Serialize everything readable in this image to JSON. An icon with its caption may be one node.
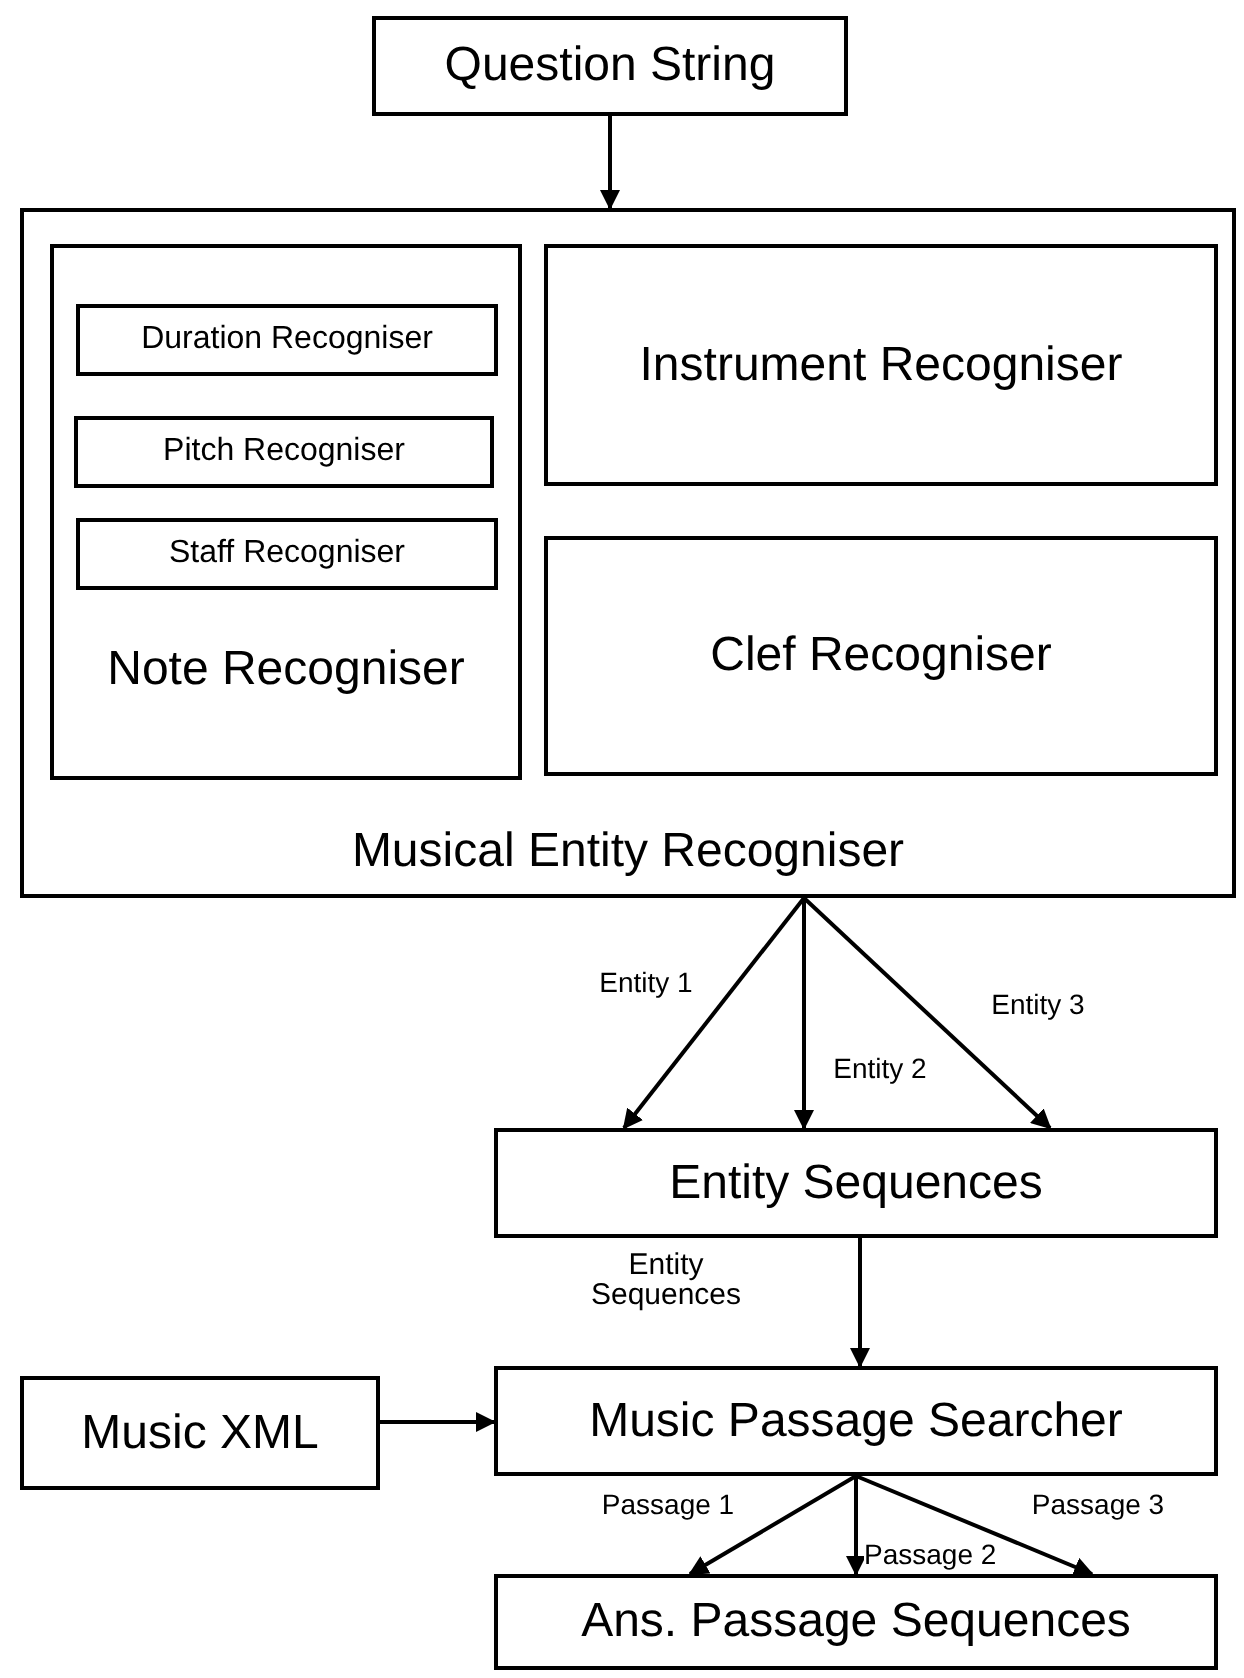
{
  "diagram": {
    "nodes": [
      {
        "text": [
          "Question String"
        ]
      },
      {
        "text": [
          "Musical Entity Recogniser"
        ]
      },
      {
        "text": [
          "Note Recogniser"
        ],
        "in": 1
      },
      {
        "text": [
          "Duration Recogniser"
        ],
        "in": 2
      },
      {
        "text": [
          "Pitch Recogniser"
        ],
        "in": 2
      },
      {
        "text": [
          "Staff Recogniser"
        ],
        "in": 2
      },
      {
        "text": [
          "Instrument Recogniser"
        ],
        "in": 1
      },
      {
        "text": [
          "Clef Recogniser"
        ],
        "in": 1
      },
      {
        "text": [
          "Entity Sequences"
        ]
      },
      {
        "text": [
          "Music XML"
        ]
      },
      {
        "text": [
          "Music Passage Searcher"
        ]
      },
      {
        "text": [
          "Ans. Passage Sequences"
        ]
      }
    ],
    "edges": [
      {
        "from": 0,
        "to": 1,
        "arrow": "to"
      },
      {
        "from": 1,
        "to": 8,
        "arrow": "to",
        "label": "Entity 1"
      },
      {
        "from": 1,
        "to": 8,
        "arrow": "to",
        "label": "Entity 2"
      },
      {
        "from": 1,
        "to": 8,
        "arrow": "to",
        "label": "Entity 3"
      },
      {
        "from": 8,
        "to": 10,
        "arrow": "to",
        "label": "Entity Sequences"
      },
      {
        "from": 9,
        "to": 10,
        "arrow": "to"
      },
      {
        "from": 10,
        "to": 11,
        "arrow": "to",
        "label": "Passage 1"
      },
      {
        "from": 10,
        "to": 11,
        "arrow": "to",
        "label": "Passage 2"
      },
      {
        "from": 10,
        "to": 11,
        "arrow": "to",
        "label": "Passage 3"
      }
    ]
  }
}
